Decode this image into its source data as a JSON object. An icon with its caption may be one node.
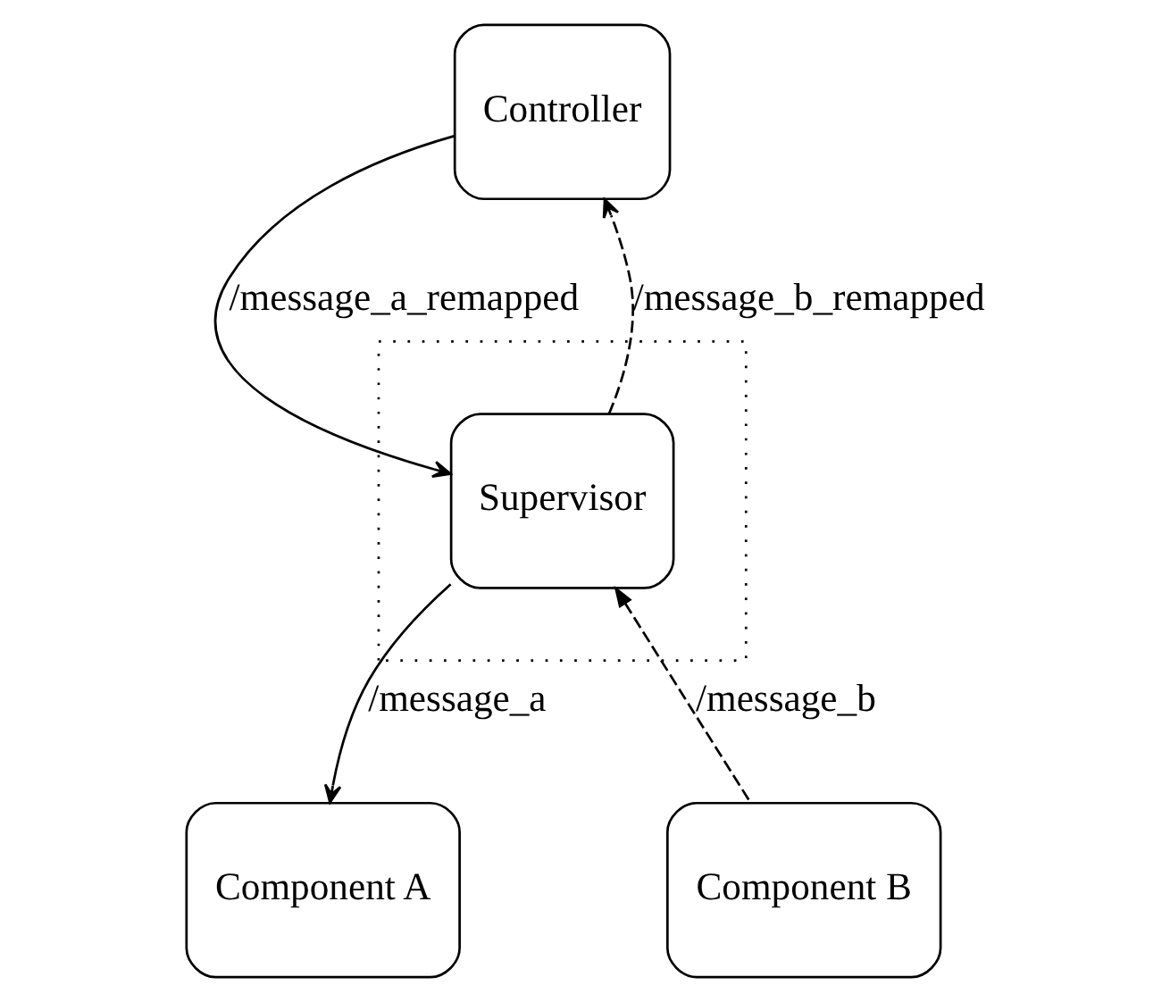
{
  "diagram": {
    "nodes": [
      {
        "text": [
          "Controller"
        ]
      },
      {
        "text": [],
        "shape": "box"
      },
      {
        "text": [
          "Supervisor"
        ],
        "in": 1
      },
      {
        "text": [
          "Component A"
        ]
      },
      {
        "text": [
          "Component B"
        ]
      }
    ],
    "edges": [
      {
        "from": 2,
        "to": 0,
        "arrow": "to",
        "label": "/message_b_remapped",
        "style": "dashed"
      },
      {
        "from": 0,
        "to": 2,
        "arrow": "to",
        "label": "/message_a_remapped"
      },
      {
        "from": 2,
        "to": 3,
        "arrow": "to",
        "label": "/message_a"
      },
      {
        "from": 4,
        "to": 2,
        "arrow": "to",
        "label": "/message_b",
        "style": "dashed"
      }
    ]
  }
}
